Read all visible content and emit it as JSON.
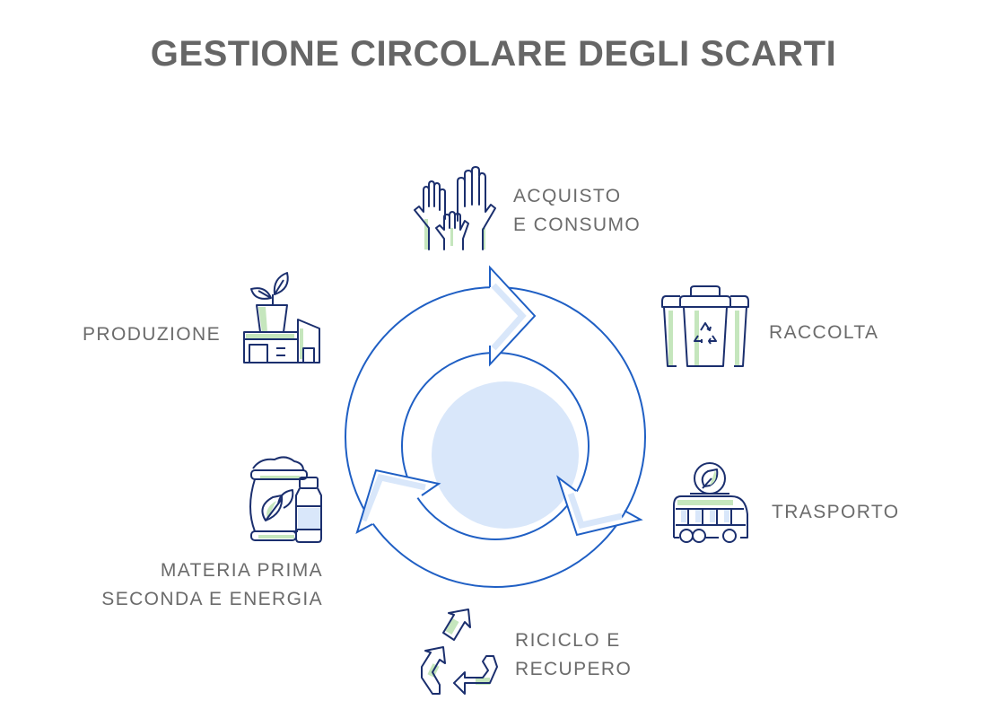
{
  "title": "GESTIONE CIRCOLARE DEGLI SCARTI",
  "colors": {
    "title": "#666666",
    "label": "#6b6b6b",
    "line_blue": "#1f5fc4",
    "fill_blue": "#d9e7fa",
    "icon_navy": "#1b2f6e",
    "icon_green": "#c5e6bd"
  },
  "stages": [
    {
      "id": "acquisto",
      "lines": [
        "ACQUISTO",
        "E CONSUMO"
      ],
      "icon": "raised-hands-icon"
    },
    {
      "id": "raccolta",
      "lines": [
        "RACCOLTA"
      ],
      "icon": "recycling-bins-icon"
    },
    {
      "id": "trasporto",
      "lines": [
        "TRASPORTO"
      ],
      "icon": "eco-bus-icon"
    },
    {
      "id": "riciclo",
      "lines": [
        "RICICLO E",
        "RECUPERO"
      ],
      "icon": "recycle-arrows-icon"
    },
    {
      "id": "materia",
      "lines": [
        "MATERIA PRIMA",
        "SECONDA E ENERGIA"
      ],
      "icon": "sack-and-bottle-icon"
    },
    {
      "id": "produzione",
      "lines": [
        "PRODUZIONE"
      ],
      "icon": "eco-factory-icon"
    }
  ],
  "cycle": {
    "arrows": 3,
    "direction": "clockwise",
    "center_icon": "circle-fill"
  }
}
